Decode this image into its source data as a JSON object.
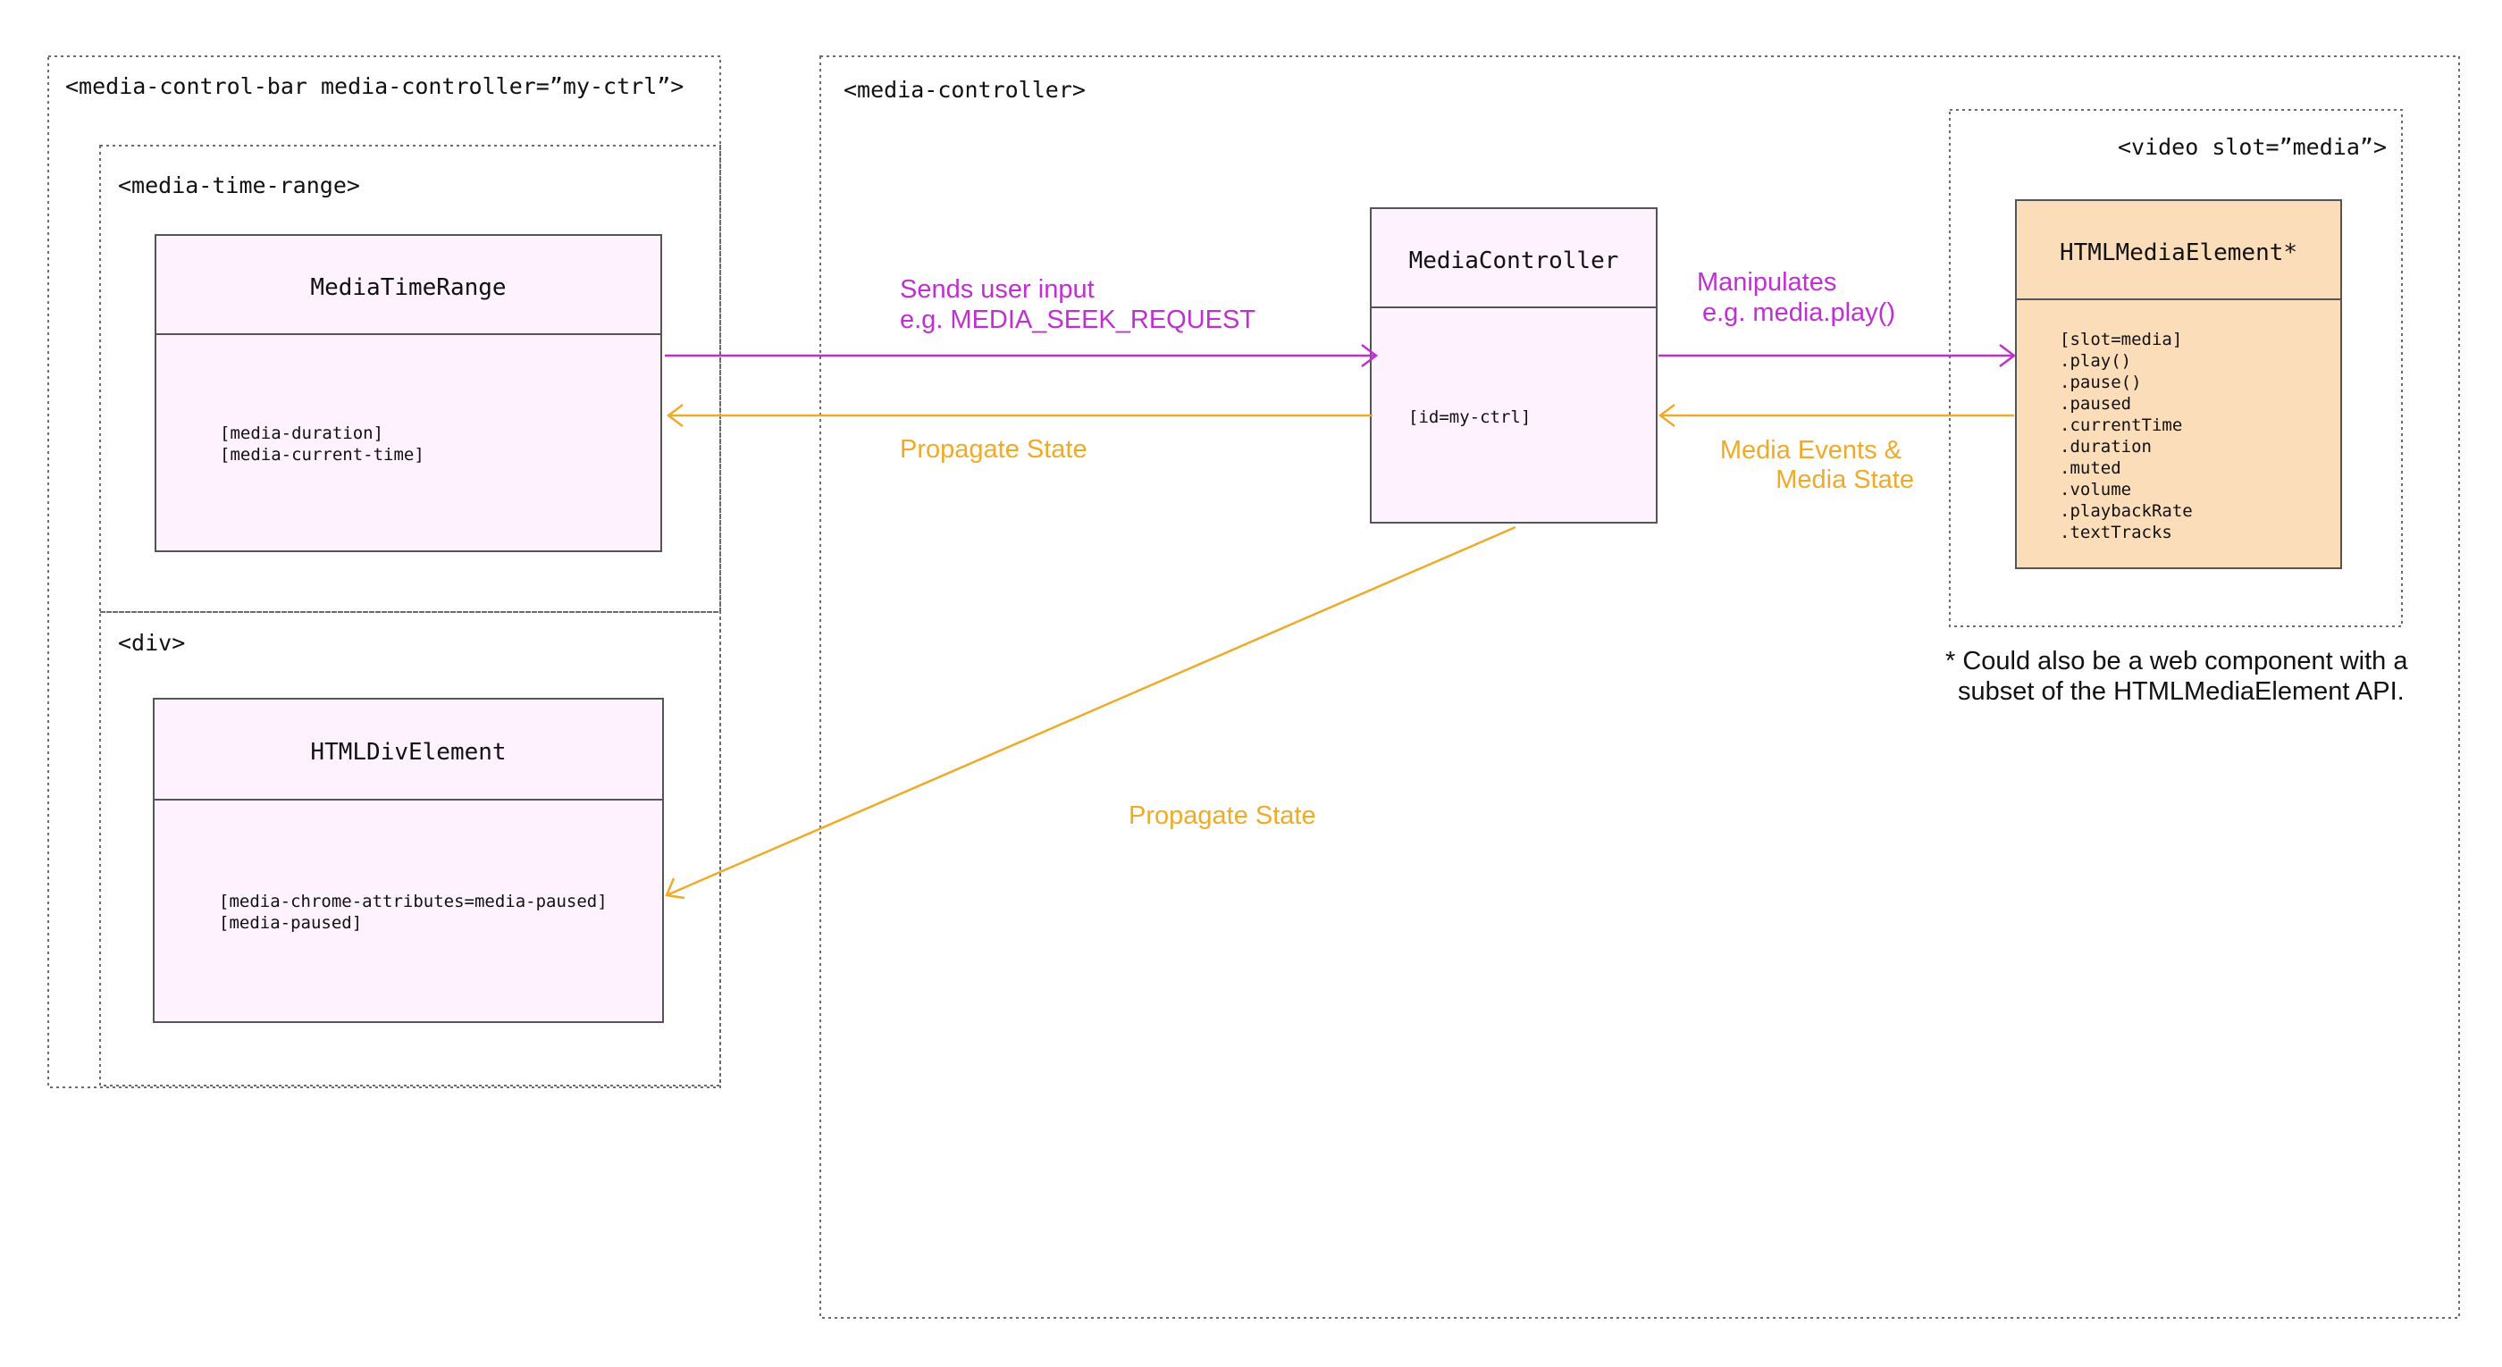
{
  "colors": {
    "input_arrow": "#c030d0",
    "state_arrow": "#f0aa2a",
    "component_fill": "#fdf2fd",
    "media_element_fill": "#fcddb9"
  },
  "groups": {
    "control_bar": {
      "tag": "<media-control-bar media-controller=”my-ctrl”>"
    },
    "time_range": {
      "tag": "<media-time-range>"
    },
    "div": {
      "tag": "<div>"
    },
    "controller": {
      "tag": "<media-controller>"
    },
    "video": {
      "tag": "<video slot=”media”>"
    }
  },
  "components": {
    "media_time_range": {
      "title": "MediaTimeRange",
      "attributes": [
        "[media-duration]",
        "[media-current-time]"
      ]
    },
    "html_div_element": {
      "title": "HTMLDivElement",
      "attributes": [
        "[media-chrome-attributes=media-paused]",
        "[media-paused]"
      ]
    },
    "media_controller": {
      "title": "MediaController",
      "attributes": [
        "[id=my-ctrl]"
      ]
    },
    "html_media_element": {
      "title": "HTMLMediaElement*",
      "attributes": [
        "[slot=media]",
        ".play()",
        ".pause()",
        ".paused",
        ".currentTime",
        ".duration",
        ".muted",
        ".volume",
        ".playbackRate",
        ".textTracks"
      ]
    }
  },
  "edges": {
    "sends_user_input": {
      "line1": "Sends user input",
      "line2": "e.g. MEDIA_SEEK_REQUEST"
    },
    "propagate_state_top": {
      "line1": "Propagate State"
    },
    "manipulates": {
      "line1": "Manipulates",
      "line2": "e.g. media.play()"
    },
    "media_events": {
      "line1": "Media Events &",
      "line2": "Media State"
    },
    "propagate_state_div": {
      "line1": "Propagate State"
    }
  },
  "footnote": {
    "line1": "* Could also be a web component with a",
    "line2": "subset of the HTMLMediaElement API."
  }
}
